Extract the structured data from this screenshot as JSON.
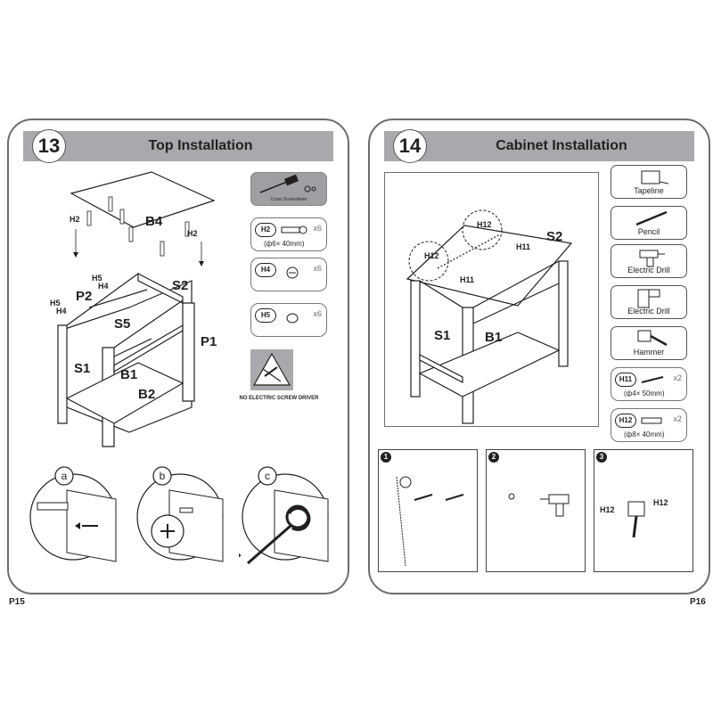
{
  "left_page": {
    "step_number": "13",
    "title": "Top Installation",
    "page_label": "P15",
    "part_labels": {
      "B4": "B4",
      "P2": "P2",
      "S2": "S2",
      "S5": "S5",
      "P1": "P1",
      "S1": "S1",
      "B1": "B1",
      "B2": "B2",
      "H2_left": "H2",
      "H2_right": "H2",
      "H5_a": "H5",
      "H4_a": "H4",
      "H5_b": "H5",
      "H4_b": "H4"
    },
    "tool": {
      "name": "Cross Screwdriver",
      "icon": "screwdriver-icon"
    },
    "hardware": [
      {
        "code": "H2",
        "spec": "(ф6× 40mm)",
        "qty": "x6"
      },
      {
        "code": "H4",
        "spec": "",
        "qty": "x6"
      },
      {
        "code": "H5",
        "spec": "",
        "qty": "x6"
      }
    ],
    "warning": "NO ELECTRIC SCREW DRIVER",
    "detail_labels": [
      "a",
      "b",
      "c"
    ]
  },
  "right_page": {
    "step_number": "14",
    "title": "Cabinet Installation",
    "page_label": "P16",
    "part_labels": {
      "S2": "S2",
      "S1": "S1",
      "B1": "B1",
      "H12_a": "H12",
      "H12_b": "H12",
      "H11_a": "H11",
      "H11_b": "H11"
    },
    "tools": [
      {
        "name": "Tapeline",
        "icon": "tape-measure-icon"
      },
      {
        "name": "Pencil",
        "icon": "pencil-icon"
      },
      {
        "name": "Electric Drill",
        "icon": "electric-drill-icon"
      },
      {
        "name": "Electric Drill",
        "icon": "electric-drill-icon"
      },
      {
        "name": "Hammer",
        "icon": "hammer-icon"
      }
    ],
    "hardware": [
      {
        "code": "H11",
        "spec": "(ф4× 50mm)",
        "qty": "x2"
      },
      {
        "code": "H12",
        "spec": "(ф8× 40mm)",
        "qty": "x2"
      }
    ],
    "sub_steps": [
      {
        "number": "1"
      },
      {
        "number": "2"
      },
      {
        "number": "3",
        "labels": [
          "H12",
          "H12"
        ]
      }
    ]
  }
}
